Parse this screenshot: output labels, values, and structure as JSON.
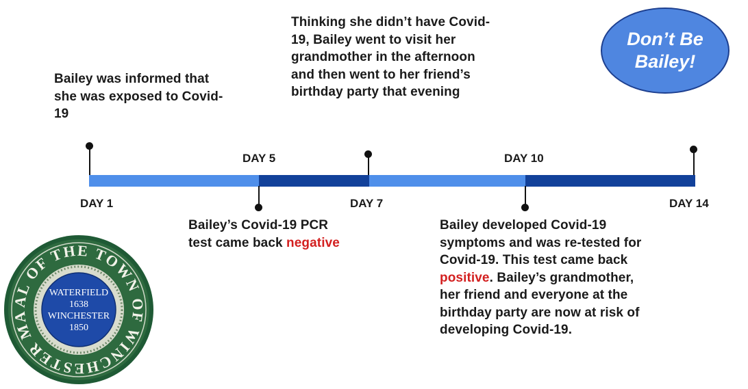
{
  "events": {
    "day1": "Bailey was informed that she was exposed to Covid-19",
    "day7": "Thinking she didn’t have Covid-19, Bailey went to visit her grandmother in the afternoon and then went to her friend’s birthday party that evening",
    "day5_before": "Bailey’s Covid-19 PCR test came back ",
    "day5_highlight": "negative",
    "day10_before": "Bailey developed Covid-19 symptoms and was re-tested for Covid-19.  This test came back ",
    "day10_highlight": "positive",
    "day10_after": ".  Bailey’s grandmother, her friend and everyone at the birthday party are now at risk of developing Covid-19."
  },
  "day_labels": {
    "day1": "DAY 1",
    "day5": "DAY 5",
    "day7": "DAY 7",
    "day10": "DAY 10",
    "day14": "DAY 14"
  },
  "badge": {
    "text": "Don’t Be Bailey!"
  },
  "seal": {
    "outer_text": "SEAL OF THE TOWN OF WINCHESTER MASS",
    "inner_line1": "WATERFIELD",
    "inner_line2": "1638",
    "inner_line3": "WINCHESTER",
    "inner_line4": "1850"
  },
  "colors": {
    "timeline_light": "#4f8fea",
    "timeline_dark": "#12419a",
    "highlight_red": "#d32020",
    "badge_fill": "#4f86e0",
    "seal_green": "#2e6a3f",
    "seal_blue": "#1e4aa8"
  }
}
